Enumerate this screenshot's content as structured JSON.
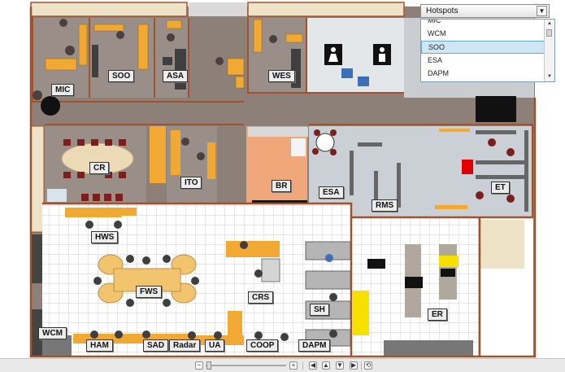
{
  "hotspots_dropdown": {
    "selected_label": "Hotspots",
    "options": [
      "MIC",
      "WCM",
      "SOO",
      "ESA",
      "DAPM"
    ],
    "highlighted": "SOO"
  },
  "labels": {
    "mic": "MIC",
    "soo": "SOO",
    "asa": "ASA",
    "wes": "WES",
    "cr": "CR",
    "ito": "ITO",
    "br": "BR",
    "esa": "ESA",
    "rms": "RMS",
    "et": "ET",
    "hws": "HWS",
    "fws": "FWS",
    "crs": "CRS",
    "sh": "SH",
    "er": "ER",
    "wcm": "WCM",
    "ham": "HAM",
    "sad": "SAD",
    "radar": "Radar",
    "ua": "UA",
    "coop": "COOP",
    "dapm": "DAPM"
  },
  "toolbar": {
    "zoom_out": "−",
    "zoom_in": "+",
    "pan_left": "◀",
    "pan_up": "▲",
    "pan_down": "▼",
    "pan_right": "▶",
    "reset": "⟲"
  },
  "colors": {
    "wall": "#a0522d",
    "carpet": "#8c8079",
    "tile_floor": "#ffffff",
    "desk": "#f2a933",
    "chair": "#3f3f3f",
    "break_room": "#f0a779",
    "restroom": "#e3e7ea",
    "select_highlight": "#cfe6f7"
  }
}
